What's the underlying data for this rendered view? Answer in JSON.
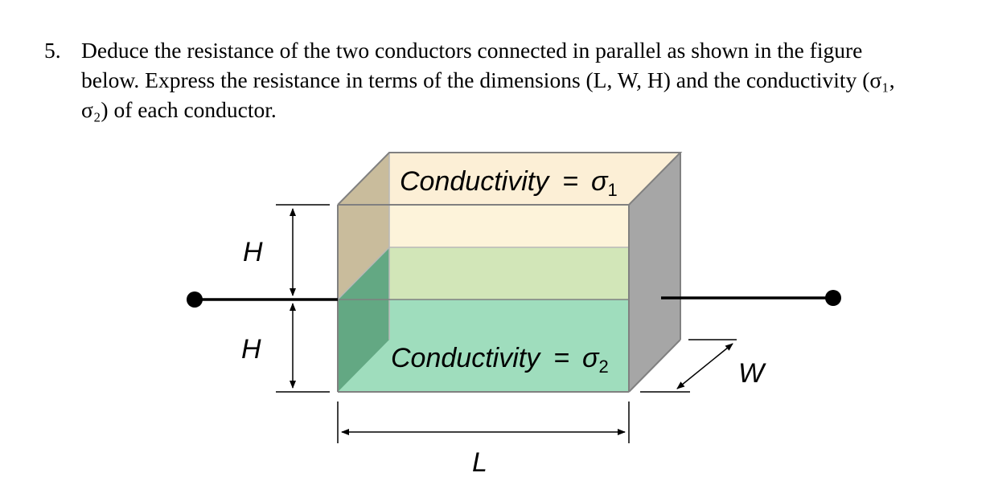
{
  "question": {
    "number": "5.",
    "line1": "Deduce the resistance of the two conductors connected in parallel as shown in the figure",
    "line2": "below. Express the resistance in terms of the dimensions (L, W, H) and the conductivity (σ₁,",
    "line3": "σ₂) of each conductor."
  },
  "diagram": {
    "top_label": "Conductivity",
    "top_equals": "=",
    "top_symbol": "σ",
    "top_subscript": "1",
    "bottom_label": "Conductivity",
    "bottom_equals": "=",
    "bottom_symbol": "σ",
    "bottom_subscript": "2",
    "dim_h_top": "H",
    "dim_h_bottom": "H",
    "dim_l": "L",
    "dim_w": "W"
  },
  "colors": {
    "top_face": "#fcefd6",
    "upper_front": "#fdf3da",
    "middle_band": "#d2e6b8",
    "lower_front": "#9fddbd",
    "left_face_upper": "#c9bc9c",
    "left_face_lower": "#63a883",
    "right_face": "#a6a6a6"
  }
}
